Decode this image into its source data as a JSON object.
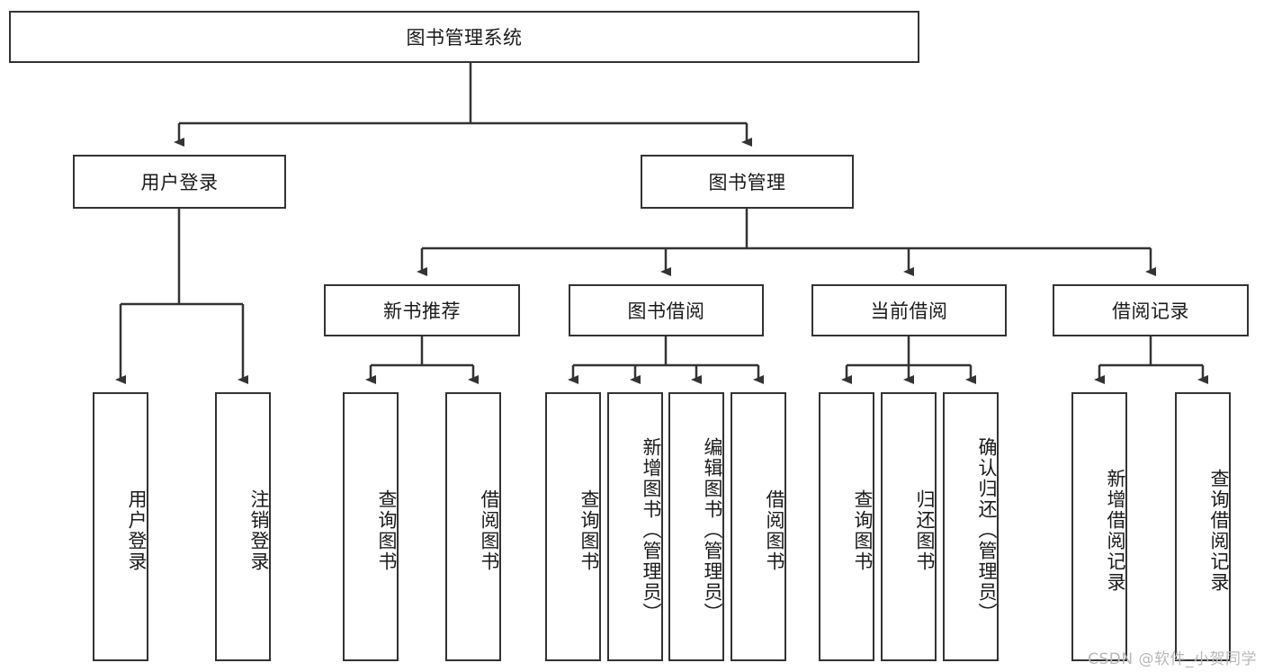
{
  "diagram": {
    "title": "图书管理系统",
    "type": "tree",
    "background": "#ffffff",
    "line_color": "#333333",
    "box_border_color": "#333333",
    "text_color": "#1a1a1a"
  },
  "nodes": {
    "root": {
      "label": "图书管理系统"
    },
    "level2": [
      {
        "id": "user-login",
        "label": "用户登录"
      },
      {
        "id": "book-manage",
        "label": "图书管理"
      }
    ],
    "level3": [
      {
        "id": "new-book-recommend",
        "label": "新书推荐"
      },
      {
        "id": "book-borrow",
        "label": "图书借阅"
      },
      {
        "id": "current-borrow",
        "label": "当前借阅"
      },
      {
        "id": "borrow-record",
        "label": "借阅记录"
      }
    ],
    "leaves": {
      "user_login": [
        {
          "id": "leaf-user-login",
          "label": "用户登录"
        },
        {
          "id": "leaf-logout-login",
          "label": "注销登录"
        }
      ],
      "new_book_recommend": [
        {
          "id": "leaf-query-book-1",
          "label": "查询图书"
        },
        {
          "id": "leaf-borrow-book-1",
          "label": "借阅图书"
        }
      ],
      "book_borrow": [
        {
          "id": "leaf-query-book-2",
          "label": "查询图书"
        },
        {
          "id": "leaf-add-book",
          "label": "新增图书（管理员）"
        },
        {
          "id": "leaf-edit-book",
          "label": "编辑图书（管理员）"
        },
        {
          "id": "leaf-borrow-book-2",
          "label": "借阅图书"
        }
      ],
      "current_borrow": [
        {
          "id": "leaf-query-book-3",
          "label": "查询图书"
        },
        {
          "id": "leaf-return-book",
          "label": "归还图书"
        },
        {
          "id": "leaf-confirm-return",
          "label": "确认归还（管理员）"
        }
      ],
      "borrow_record": [
        {
          "id": "leaf-add-record",
          "label": "新增借阅记录"
        },
        {
          "id": "leaf-query-record",
          "label": "查询借阅记录"
        }
      ]
    }
  },
  "watermark": {
    "text": "CSDN @软件_小贺同学"
  }
}
